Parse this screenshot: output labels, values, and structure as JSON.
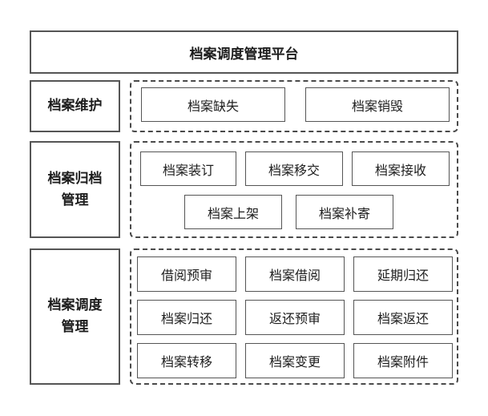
{
  "platform": {
    "title": "档案调度管理平台"
  },
  "sections": [
    {
      "label": "档案维护",
      "items": [
        "档案缺失",
        "档案销毁"
      ]
    },
    {
      "label_line1": "档案归档",
      "label_line2": "管理",
      "items": [
        "档案装订",
        "档案移交",
        "档案接收",
        "档案上架",
        "档案补寄"
      ]
    },
    {
      "label_line1": "档案调度",
      "label_line2": "管理",
      "items": [
        "借阅预审",
        "档案借阅",
        "延期归还",
        "档案归还",
        "返还预审",
        "档案返还",
        "档案转移",
        "档案变更",
        "档案附件"
      ]
    }
  ]
}
